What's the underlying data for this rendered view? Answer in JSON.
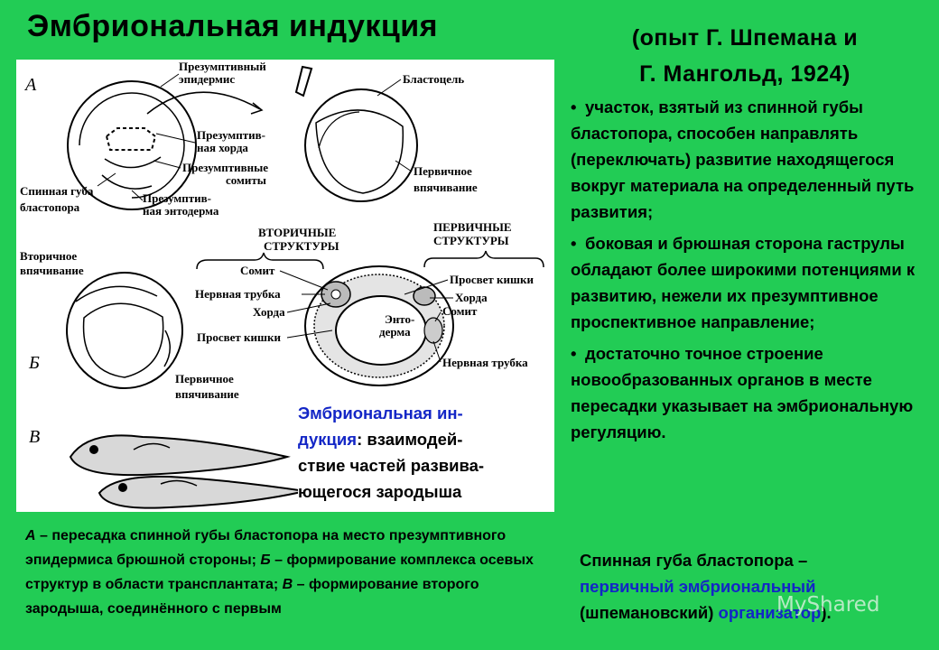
{
  "title": "Эмбриональная индукция",
  "subtitle_lines": [
    "(опыт Г. Шпемана и",
    "Г. Мангольд, 1924)"
  ],
  "bullets": [
    "участок, взятый из спинной губы бластопора, способен направлять (переключать) развитие находящегося вокруг материала на определенный путь развития;",
    "боковая и брюшная сторона гаструлы обладают более широкими потенциями к развитию, нежели их презумптивное проспективное направление;",
    "достаточно точное строение новообразованных органов в месте пересадки указывает на эмбриональную регуляцию."
  ],
  "definition": {
    "term_line1": "Эмбриональная ин-",
    "term_line2": "дукция",
    "text_after_term": ": взаимодей-",
    "line3": "ствие частей развива-",
    "line4": "ющегося зародыша"
  },
  "caption": [
    {
      "key": "А",
      "text": " – пересадка спинной губы бластопора на место презумптивного эпидермиса брюшной стороны;"
    },
    {
      "key": "Б",
      "text": " – формирование комплекса осевых структур в области трансплантата; "
    },
    {
      "key": "В",
      "text": " – формирование второго зародыша, соединённого с первым"
    }
  ],
  "organizer": {
    "line1": "Спинная губа бластопора –",
    "line2": "первичный эмбриональный",
    "line3_prefix": "(шпемановский) ",
    "line3_blue": "организатор",
    "line3_suffix": ")."
  },
  "watermark": "MyShared",
  "figure": {
    "letters": {
      "a": "А",
      "b": "Б",
      "v": "В"
    },
    "labels": {
      "presumptive_epidermis_1": "Презумптивный",
      "presumptive_epidermis_2": "эпидермис",
      "blastocoel": "Бластоцель",
      "presumptive_chord_1": "Презумптив-",
      "presumptive_chord_2": "ная хорда",
      "presumptive_somites_1": "Презумптивные",
      "presumptive_somites_2": "сомиты",
      "dorsal_lip_1": "Спинная губа",
      "dorsal_lip_2": "бластопора",
      "presumptive_endoderm_1": "Презумптив-",
      "presumptive_endoderm_2": "ная энтодерма",
      "primary_invagination_1": "Первичное",
      "primary_invagination_2": "впячивание",
      "secondary_structures_1": "ВТОРИЧНЫЕ",
      "secondary_structures_2": "СТРУКТУРЫ",
      "primary_structures_1": "ПЕРВИЧНЫЕ",
      "primary_structures_2": "СТРУКТУРЫ",
      "secondary_invagination_1": "Вторичное",
      "secondary_invagination_2": "впячивание",
      "somite_left": "Сомит",
      "neural_tube_left": "Нервная трубка",
      "chord_left": "Хорда",
      "gut_lumen_left": "Просвет кишки",
      "gut_lumen_right": "Просвет кишки",
      "chord_right": "Хорда",
      "somite_right": "Сомит",
      "endoderm_1": "Энто-",
      "endoderm_2": "дерма",
      "neural_tube_right": "Нервная трубка",
      "primary_invagination_b_1": "Первичное",
      "primary_invagination_b_2": "впячивание"
    }
  }
}
